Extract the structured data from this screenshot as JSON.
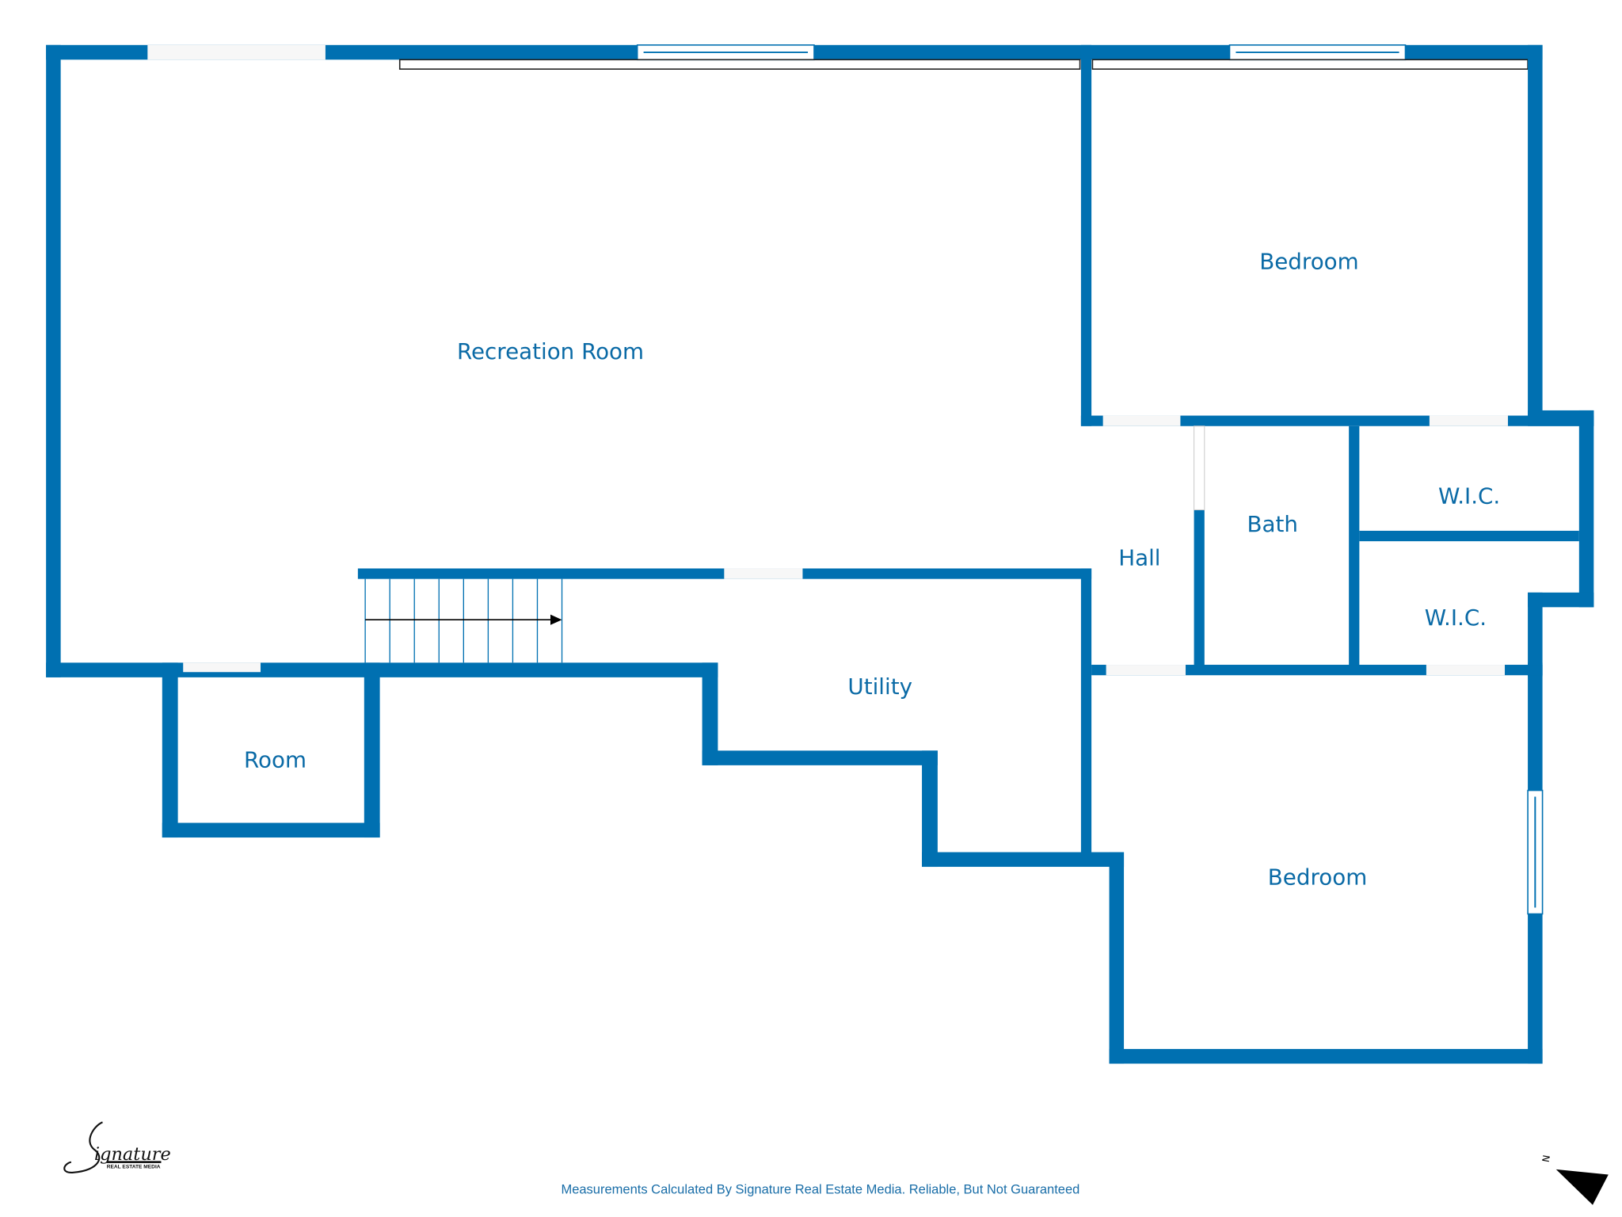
{
  "plan": {
    "wall_color": "#0070b1",
    "rooms": [
      {
        "id": "recreation-room",
        "label": "Recreation Room"
      },
      {
        "id": "bedroom-1",
        "label": "Bedroom"
      },
      {
        "id": "bath",
        "label": "Bath"
      },
      {
        "id": "wic-1",
        "label": "W.I.C."
      },
      {
        "id": "wic-2",
        "label": "W.I.C."
      },
      {
        "id": "hall",
        "label": "Hall"
      },
      {
        "id": "utility",
        "label": "Utility"
      },
      {
        "id": "room",
        "label": "Room"
      },
      {
        "id": "bedroom-2",
        "label": "Bedroom"
      }
    ]
  },
  "footer": {
    "disclaimer": "Measurements Calculated By Signature Real Estate Media. Reliable, But Not Guaranteed"
  },
  "logo": {
    "name": "Signature",
    "tagline": "REAL ESTATE MEDIA"
  },
  "compass": {
    "label": "N",
    "icon": "north-arrow-icon"
  }
}
